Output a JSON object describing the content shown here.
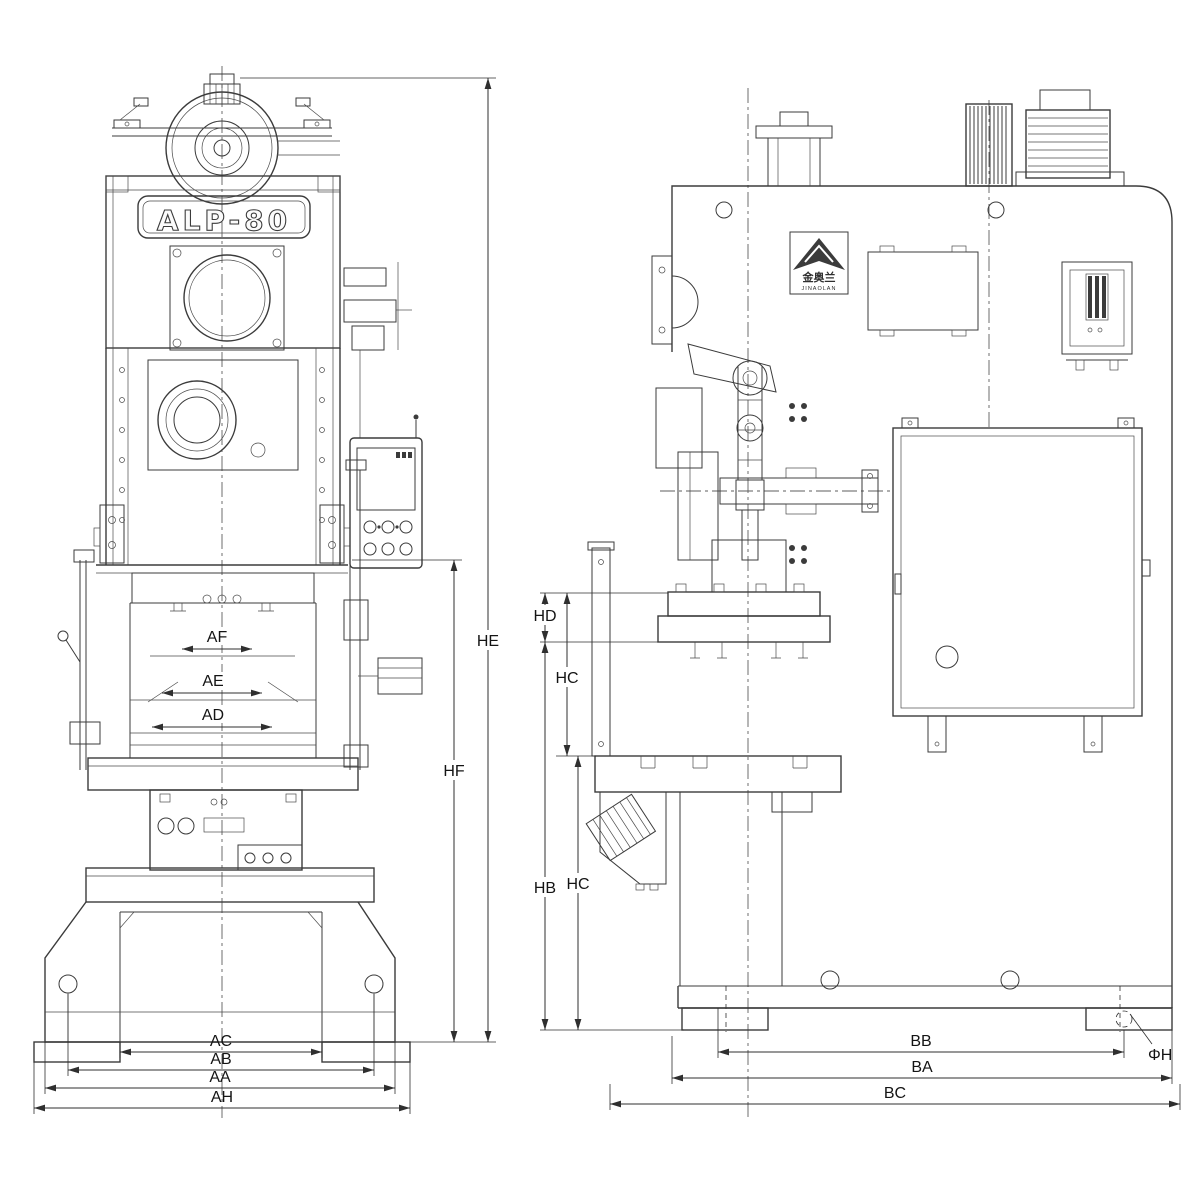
{
  "front_view": {
    "model_plate": "ALP-80",
    "dims": {
      "af": "AF",
      "ae": "AE",
      "ad": "AD",
      "ac": "AC",
      "ab": "AB",
      "aa": "AA",
      "ah": "AH",
      "he": "HE",
      "hf": "HF"
    }
  },
  "side_view": {
    "logo_title": "金奥兰",
    "logo_subtitle": "JINAOLAN",
    "dims": {
      "hd": "HD",
      "hc_upper": "HC",
      "hb": "HB",
      "hc_lower": "HC",
      "bb": "BB",
      "ba": "BA",
      "bc": "BC",
      "phi_h": "ΦH"
    }
  }
}
